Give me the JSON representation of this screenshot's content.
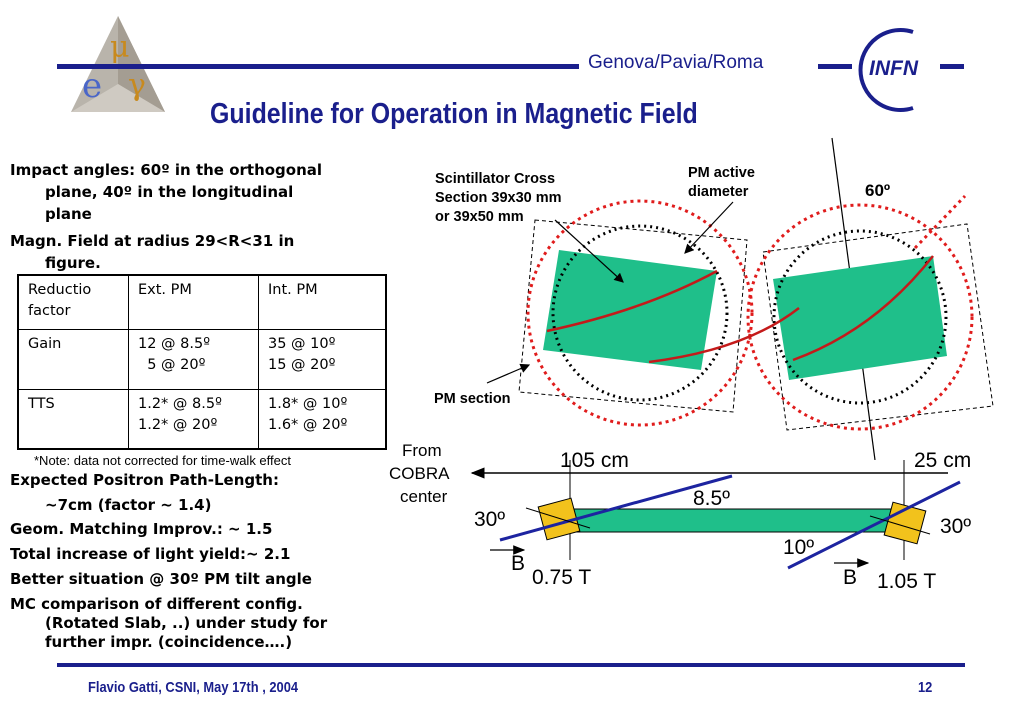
{
  "header": {
    "logo_letters": [
      "μ",
      "e",
      "γ"
    ],
    "affiliation": "Genova/Pavia/Roma",
    "infn_logo": "INFN",
    "title": "Guideline for Operation in Magnetic Field"
  },
  "left_text": {
    "impact_1": "Impact angles: 60º in the orthogonal",
    "impact_2": "plane, 40º in the longitudinal",
    "impact_3": "plane",
    "magn_1": "Magn. Field at radius 29<R<31 in",
    "magn_2": "figure."
  },
  "table": {
    "rows": [
      {
        "label": "Reductio\nfactor",
        "ext": "Ext. PM",
        "int": "Int. PM"
      },
      {
        "label": "Gain",
        "ext": "12 @ 8.5º\n  5 @ 20º",
        "int": "35 @ 10º\n15 @ 20º"
      },
      {
        "label": "TTS",
        "ext": "1.2* @ 8.5º\n1.2* @ 20º",
        "int": "1.8* @ 10º\n1.6* @ 20º"
      }
    ]
  },
  "note": "*Note: data not corrected for time-walk effect",
  "bullets": {
    "b1_1": "Expected Positron Path-Length:",
    "b1_2": "~7cm (factor ~ 1.4)",
    "b2": "Geom. Matching Improv.: ~ 1.5",
    "b3": "Total increase of light yield:~ 2.1",
    "b4": "Better situation @ 30º  PM tilt angle",
    "b5_1": "MC comparison of different config.",
    "b5_2": "(Rotated Slab, ..) under study for",
    "b5_3": "further impr. (coincidence….)"
  },
  "diagram_top": {
    "scint_1": "Scintillator Cross",
    "scint_2": "Section 39x30 mm",
    "scint_3": "or 39x50 mm",
    "pm_active_1": "PM active",
    "pm_active_2": "diameter",
    "angle": "60º",
    "pm_section": "PM section"
  },
  "diagram_bottom": {
    "from_1": "From",
    "from_2": "COBRA",
    "from_3": "center",
    "dist_left": "105 cm",
    "dist_right": "25 cm",
    "slab_angle": "8.5º",
    "left_angle": "30º",
    "right_angle": "30º",
    "field_angle": "10º",
    "b_left": "B",
    "b_right": "B",
    "field_left": "0.75 T",
    "field_right": "1.05 T"
  },
  "footer": {
    "author": "Flavio Gatti, CSNI, May 17th , 2004",
    "page": "12"
  },
  "colors": {
    "navy": "#1a1f8c",
    "slab_green": "#1fbf8a",
    "red_track": "#c41a1a",
    "pm_yellow": "#f2c21c",
    "blue_line": "#1d24a0"
  }
}
